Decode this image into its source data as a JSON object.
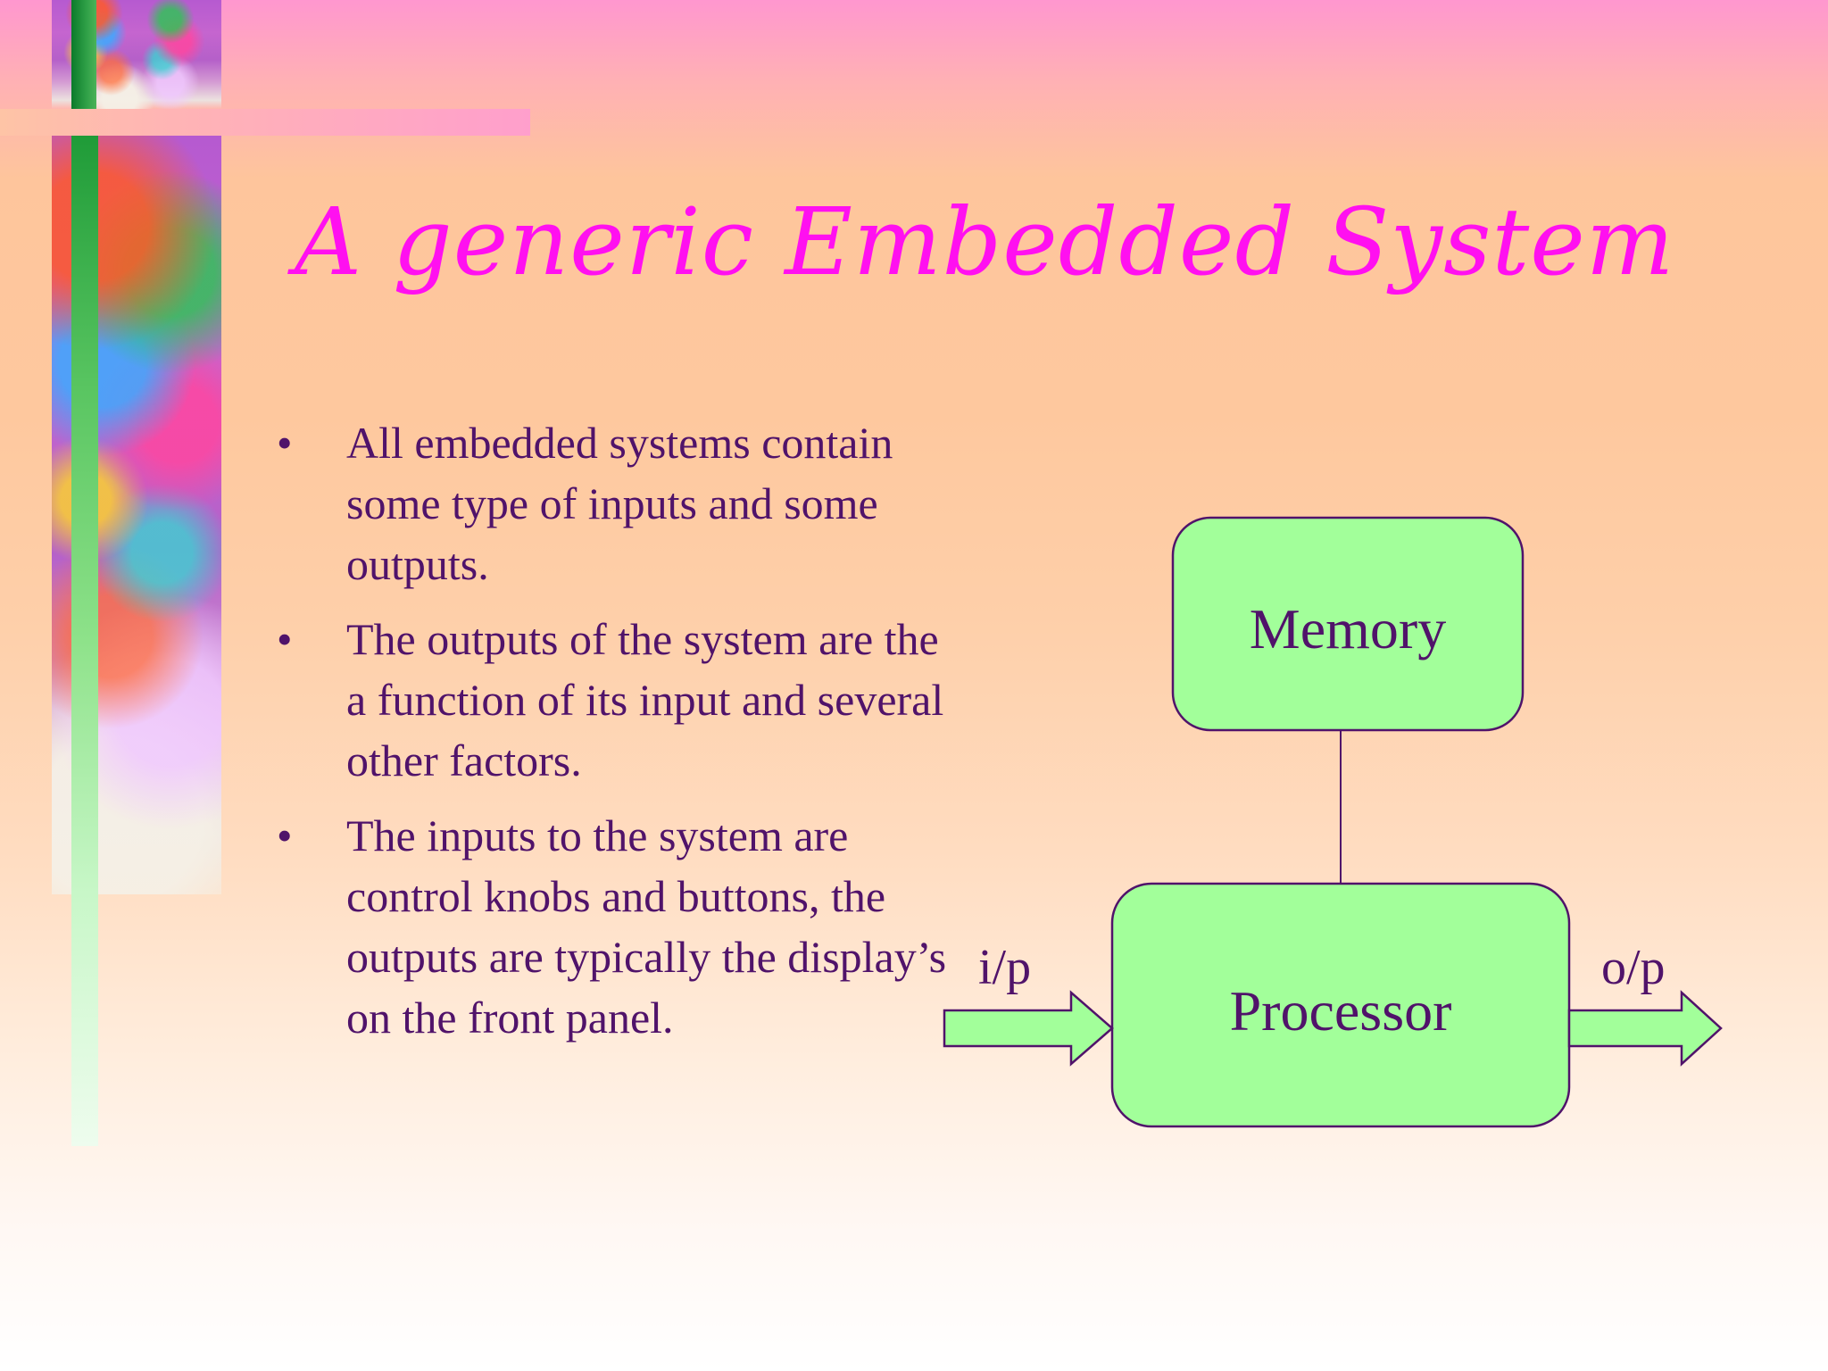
{
  "slide": {
    "title": "A generic Embedded System",
    "bullets": [
      "All embedded systems contain some type of inputs and some outputs.",
      "The outputs of the system are the a function of its input and several other factors.",
      "The inputs to the system are control knobs and buttons, the outputs are typically the display’s on the front panel."
    ],
    "bullet_symbol": "•"
  },
  "diagram": {
    "memory_label": "Memory",
    "processor_label": "Processor",
    "input_label": "i/p",
    "output_label": "o/p"
  },
  "colors": {
    "title": "#ff10f0",
    "text": "#50136a",
    "block_fill": "#a2ff9a",
    "block_stroke": "#50136a"
  }
}
